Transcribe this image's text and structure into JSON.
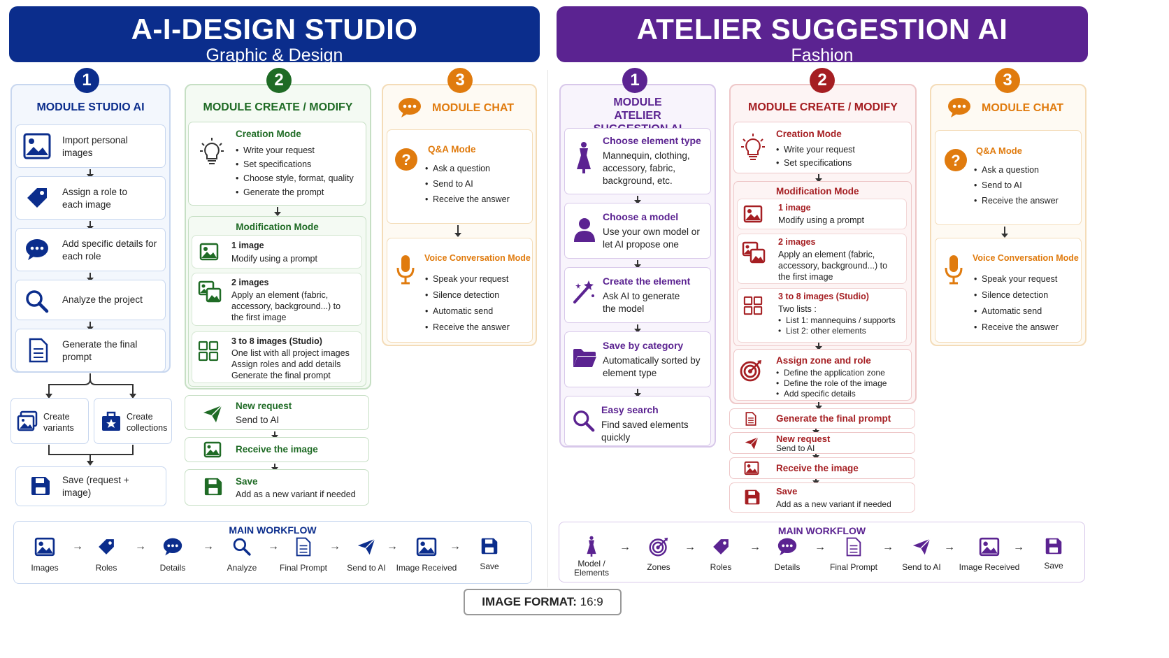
{
  "colors": {
    "blue": "#0b2d8c",
    "green": "#1f6b25",
    "orange": "#e07b0e",
    "purple": "#5b2391",
    "red": "#a51e22"
  },
  "left": {
    "title": "A-I-DESIGN STUDIO",
    "subtitle": "Graphic & Design",
    "m1": {
      "num": "1",
      "title": "MODULE STUDIO AI",
      "items": [
        "Import personal images",
        "Assign a role to each image",
        "Add specific details for each role",
        "Analyze the project",
        "Generate the final prompt"
      ],
      "branches": [
        "Create variants",
        "Create collections"
      ],
      "save": "Save (request + image)"
    },
    "m2": {
      "num": "2",
      "title": "MODULE CREATE / MODIFY",
      "creation": {
        "title": "Creation Mode",
        "bullets": [
          "Write your request",
          "Set specifications",
          "Choose style, format, quality",
          "Generate the prompt"
        ]
      },
      "mod": {
        "title": "Modification Mode",
        "i1t": "1 image",
        "i1d": "Modify using a prompt",
        "i2t": "2 images",
        "i2d": "Apply an element (fabric, accessory, background...) to the first image",
        "i3t": "3 to 8 images (Studio)",
        "i3d1": "One list with all project images",
        "i3d2": "Assign roles and add details",
        "i3d3": "Generate the final prompt"
      },
      "newreq": "New request",
      "sendai": "Send to AI",
      "receive": "Receive the image",
      "save": "Save",
      "savesub": "Add as a new variant if needed"
    },
    "m3": {
      "num": "3",
      "title": "MODULE CHAT",
      "qa": "Q&A Mode",
      "qab": [
        "Ask a question",
        "Send to AI",
        "Receive the answer"
      ],
      "voice": "Voice Conversation Mode",
      "voiceb": [
        "Speak your request",
        "Silence detection",
        "Automatic send",
        "Receive the answer"
      ]
    },
    "workflow": {
      "title": "MAIN WORKFLOW",
      "steps": [
        "Images",
        "Roles",
        "Details",
        "Analyze",
        "Final Prompt",
        "Send to AI",
        "Image Received",
        "Save"
      ]
    }
  },
  "right": {
    "title": "ATELIER SUGGESTION AI",
    "subtitle": "Fashion",
    "m1": {
      "num": "1",
      "title": "MODULE ATELIER SUGGESTION AI",
      "items": [
        {
          "t": "Choose element type",
          "d": "Mannequin, clothing, accessory, fabric, background, etc."
        },
        {
          "t": "Choose a model",
          "d": "Use your own model or let AI propose one"
        },
        {
          "t": "Create the element",
          "d": "Ask AI to generate the model"
        },
        {
          "t": "Save by category",
          "d": "Automatically sorted by element type"
        },
        {
          "t": "Easy search",
          "d": "Find saved elements quickly"
        }
      ]
    },
    "m2": {
      "num": "2",
      "title": "MODULE CREATE / MODIFY",
      "creation": {
        "title": "Creation Mode",
        "bullets": [
          "Write your request",
          "Set specifications"
        ]
      },
      "mod": {
        "title": "Modification Mode",
        "i1t": "1 image",
        "i1d": "Modify using a prompt",
        "i2t": "2 images",
        "i2d": "Apply an element (fabric, accessory, background...) to the first image",
        "i3t": "3 to 8 images (Studio)",
        "i3d": "Two lists :",
        "i3b": [
          "List 1: mannequins / supports",
          "List 2: other elements"
        ]
      },
      "zone": {
        "title": "Assign zone and role",
        "bullets": [
          "Define the application zone",
          "Define the role of the image",
          "Add specific details"
        ]
      },
      "gen": "Generate the final prompt",
      "newreq": "New request",
      "sendai": "Send to AI",
      "receive": "Receive the image",
      "save": "Save",
      "savesub": "Add as a new variant if needed"
    },
    "m3": {
      "num": "3",
      "title": "MODULE CHAT",
      "qa": "Q&A Mode",
      "qab": [
        "Ask a question",
        "Send to AI",
        "Receive the answer"
      ],
      "voice": "Voice Conversation Mode",
      "voiceb": [
        "Speak your request",
        "Silence detection",
        "Automatic send",
        "Receive the answer"
      ]
    },
    "workflow": {
      "title": "MAIN WORKFLOW",
      "steps": [
        "Model / Elements",
        "Zones",
        "Roles",
        "Details",
        "Final Prompt",
        "Send to AI",
        "Image Received",
        "Save"
      ]
    }
  },
  "format": {
    "label": "IMAGE FORMAT:",
    "value": "16:9"
  }
}
